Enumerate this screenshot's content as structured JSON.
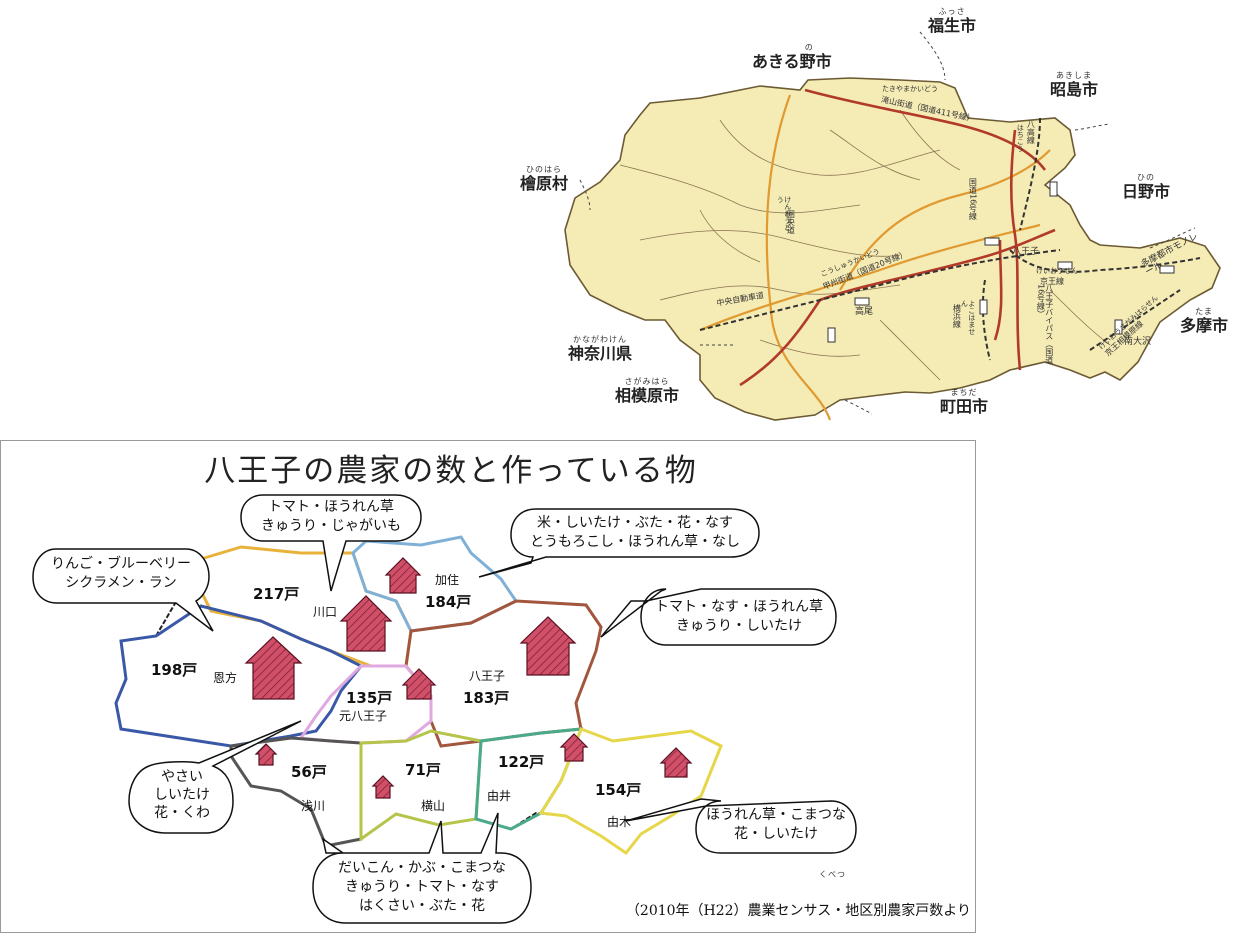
{
  "top_map": {
    "cities": [
      {
        "id": "akiruno",
        "ruby": "の",
        "name": "あきる野市"
      },
      {
        "id": "fussa",
        "ruby": "ふっさ",
        "name": "福生市"
      },
      {
        "id": "akishima",
        "ruby": "あきしま",
        "name": "昭島市"
      },
      {
        "id": "hinohara",
        "ruby": "ひのはら",
        "name": "檜原村"
      },
      {
        "id": "hino",
        "ruby": "ひの",
        "name": "日野市"
      },
      {
        "id": "tama",
        "ruby": "たま",
        "name": "多摩市"
      },
      {
        "id": "kanagawa",
        "ruby": "かながわけん",
        "name": "神奈川県"
      },
      {
        "id": "sagamihara",
        "ruby": "さがみはら",
        "name": "相模原市"
      },
      {
        "id": "machida",
        "ruby": "まちだ",
        "name": "町田市"
      }
    ],
    "roads": {
      "takiyama_ruby": "たきやまかいどう",
      "takiyama": "滝山街道（国道411号線）",
      "koshu_ruby": "こうしゅうかいどう",
      "koshu": "甲州街道（国道20号線）",
      "chuo_expressway": "中央自動車道",
      "route16": "国道16号線",
      "bypass": "八王子バイパス（国道16号線）",
      "kenodo_ruby": "けんおうどう",
      "kenodo": "圏央道"
    },
    "rails": {
      "hachiko": "八高線",
      "hachiko_ruby": "はちこう",
      "keio": "京王線",
      "keio_ruby": "けいおうせん",
      "yokohama": "横浜線",
      "yokohama_ruby": "よこはません",
      "monorail": "多摩都市モノレール",
      "sagamihara_line": "京王相模原線",
      "sagamihara_line_ruby": "けいおうさがみはらせん"
    },
    "stations": {
      "hachioji": "八王子",
      "takao": "高尾",
      "minamiosawa": "南大沢"
    }
  },
  "farm_map": {
    "title": "八王子の農家の数と作っている物",
    "areas": [
      {
        "id": "kawaguchi",
        "name": "川口",
        "count": "217戸"
      },
      {
        "id": "kasumi",
        "name": "加住",
        "count": "184戸"
      },
      {
        "id": "ongata",
        "name": "恩方",
        "count": "198戸"
      },
      {
        "id": "moto",
        "name": "元八王子",
        "count": "135戸"
      },
      {
        "id": "hachioji",
        "name": "八王子",
        "count": "183戸"
      },
      {
        "id": "asakawa",
        "name": "浅川",
        "count": "56戸"
      },
      {
        "id": "yokoyama",
        "name": "横山",
        "count": "71戸"
      },
      {
        "id": "yui",
        "name": "由井",
        "count": "122戸"
      },
      {
        "id": "yugi",
        "name": "由木",
        "count": "154戸"
      }
    ],
    "bubbles": [
      {
        "id": "kawaguchi",
        "lines": [
          "トマト・ほうれん草",
          "きゅうり・じゃがいも"
        ]
      },
      {
        "id": "kasumi",
        "lines": [
          "米・しいたけ・ぶた・花・なす",
          "とうもろこし・ほうれん草・なし"
        ]
      },
      {
        "id": "ongata",
        "lines": [
          "りんご・ブルーベリー",
          "シクラメン・ラン"
        ]
      },
      {
        "id": "hachioji",
        "lines": [
          "トマト・なす・ほうれん草",
          "きゅうり・しいたけ"
        ]
      },
      {
        "id": "moto",
        "lines": [
          "やさい",
          "しいたけ",
          "花・くわ"
        ]
      },
      {
        "id": "yokoyama",
        "lines": [
          "だいこん・かぶ・こまつな",
          "きゅうり・トマト・なす",
          "はくさい・ぶた・花"
        ]
      },
      {
        "id": "yugi",
        "lines": [
          "ほうれん草・こまつな",
          "花・しいたけ"
        ]
      }
    ],
    "source": "（2010年（H22）農業センサス・地区別農家戸数より",
    "source_ruby": "くべつ"
  }
}
